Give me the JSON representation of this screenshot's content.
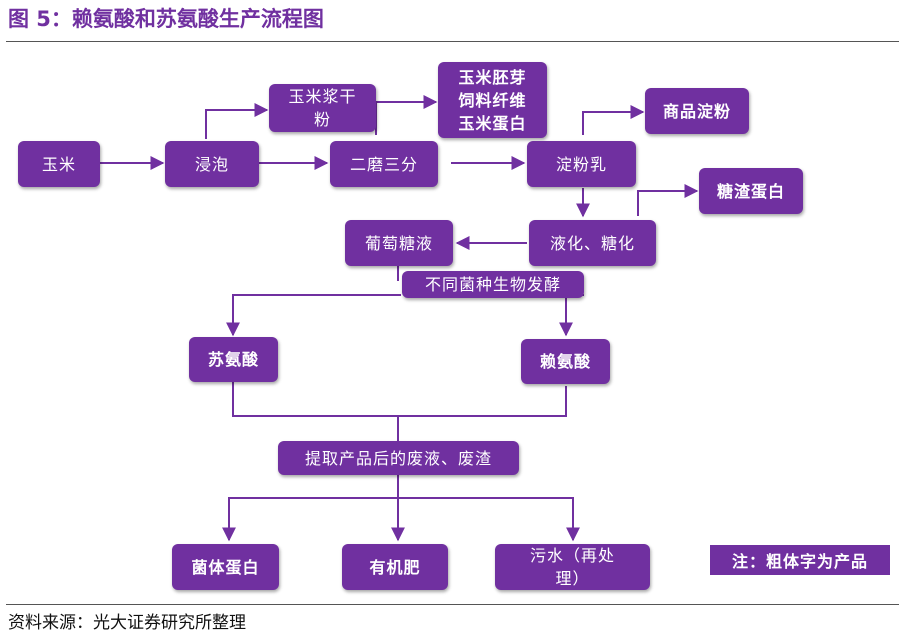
{
  "figure": {
    "title": "图 5：赖氨酸和苏氨酸生产流程图",
    "source": "资料来源：光大证券研究所整理",
    "note": "注：粗体字为产品"
  },
  "nodes": {
    "corn": "玉米",
    "soak": "浸泡",
    "corn_flour": "玉米浆干\n粉",
    "grind": "二磨三分",
    "germ_feed": "玉米胚芽\n饲料纤维\n玉米蛋白",
    "starch_milk": "淀粉乳",
    "commercial_starch": "商品淀粉",
    "sugar_residue_protein": "糖渣蛋白",
    "liquefy_saccharify": "液化、糖化",
    "glucose_liquid": "葡萄糖液",
    "fermentation": "不同菌种生物发酵",
    "threonine": "苏氨酸",
    "lysine": "赖氨酸",
    "waste_extraction": "提取产品后的废液、废渣",
    "bacterial_protein": "菌体蛋白",
    "organic_fertilizer": "有机肥",
    "wastewater": "污水（再处\n理）"
  },
  "colors": {
    "node_fill": "#7030a0",
    "node_text": "#ffffff",
    "arrow": "#7030a0",
    "title": "#7030a0"
  }
}
